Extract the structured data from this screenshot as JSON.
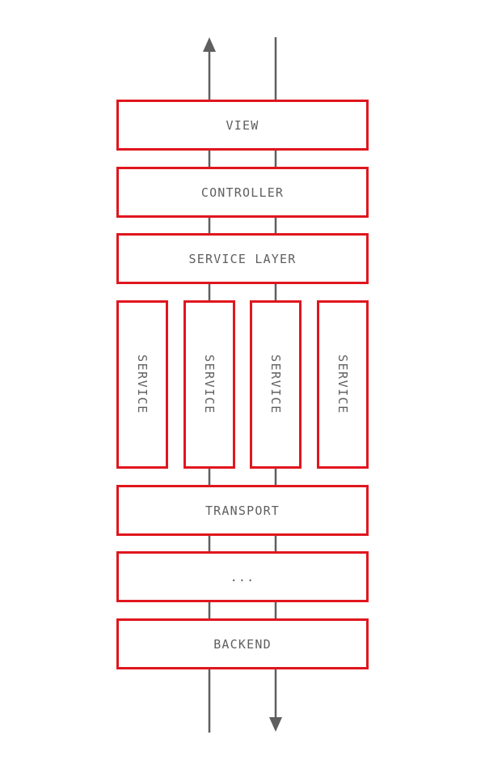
{
  "diagram": {
    "layers": {
      "view": "VIEW",
      "controller": "CONTROLLER",
      "service_layer": "SERVICE LAYER",
      "services": [
        "SERVICE",
        "SERVICE",
        "SERVICE",
        "SERVICE"
      ],
      "transport": "TRANSPORT",
      "ellipsis": "...",
      "backend": "BACKEND"
    },
    "flows": [
      {
        "direction": "up",
        "icon": "arrow-up-icon"
      },
      {
        "direction": "down",
        "icon": "arrow-down-icon"
      }
    ],
    "colors": {
      "box_border": "#e0161e",
      "line": "#5f5f5f",
      "text": "#5f5f5f",
      "background": "#ffffff"
    }
  }
}
